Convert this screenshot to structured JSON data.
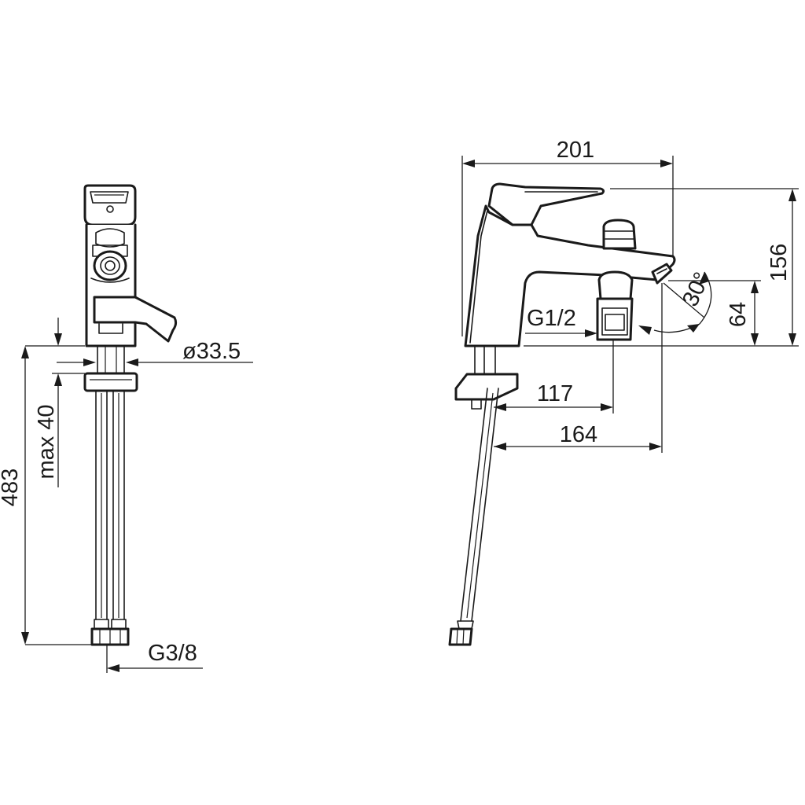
{
  "drawing": {
    "front_view": {
      "dims": {
        "overall_height": "483",
        "mount_thickness": "max 40",
        "body_diameter": "ø33.5",
        "connection_thread": "G3/8"
      }
    },
    "side_view": {
      "dims": {
        "overall_length": "201",
        "overall_height": "156",
        "spout_height": "64",
        "spout_angle": "30°",
        "outlet_thread": "G1/2",
        "outlet_reach": "117",
        "aerator_reach": "164"
      }
    },
    "colors": {
      "line": "#1a1a1a",
      "background": "#ffffff"
    }
  }
}
